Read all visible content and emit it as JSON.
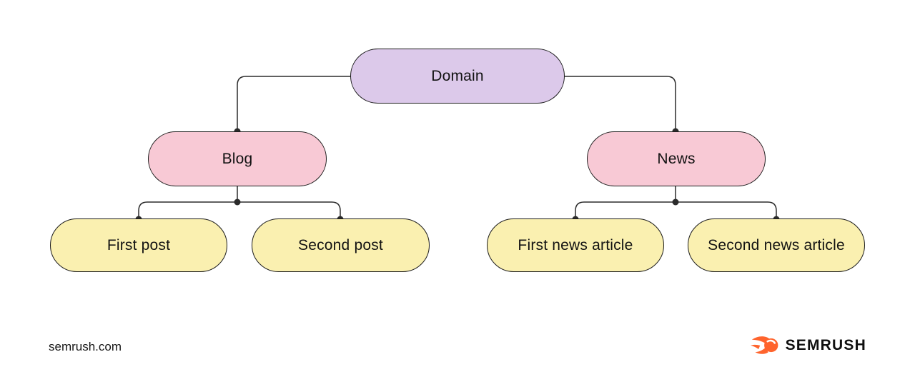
{
  "diagram": {
    "line_color": "#2b2b2b",
    "nodes": [
      {
        "id": "domain",
        "label": "Domain",
        "fill": "#dcc9ea"
      },
      {
        "id": "blog",
        "label": "Blog",
        "fill": "#f8c9d5"
      },
      {
        "id": "news",
        "label": "News",
        "fill": "#f8c9d5"
      },
      {
        "id": "first-post",
        "label": "First post",
        "fill": "#faf0b0"
      },
      {
        "id": "second-post",
        "label": "Second post",
        "fill": "#faf0b0"
      },
      {
        "id": "first-news-article",
        "label": "First news article",
        "fill": "#faf0b0"
      },
      {
        "id": "second-news-article",
        "label": "Second news article",
        "fill": "#faf0b0"
      }
    ],
    "edges": [
      {
        "from": "domain",
        "to": "blog"
      },
      {
        "from": "domain",
        "to": "news"
      },
      {
        "from": "blog",
        "to": "first-post"
      },
      {
        "from": "blog",
        "to": "second-post"
      },
      {
        "from": "news",
        "to": "first-news-article"
      },
      {
        "from": "news",
        "to": "second-news-article"
      }
    ]
  },
  "footer": {
    "site_text": "semrush.com",
    "logo_text": "SEMRUSH",
    "logo_color": "#ff642d"
  }
}
